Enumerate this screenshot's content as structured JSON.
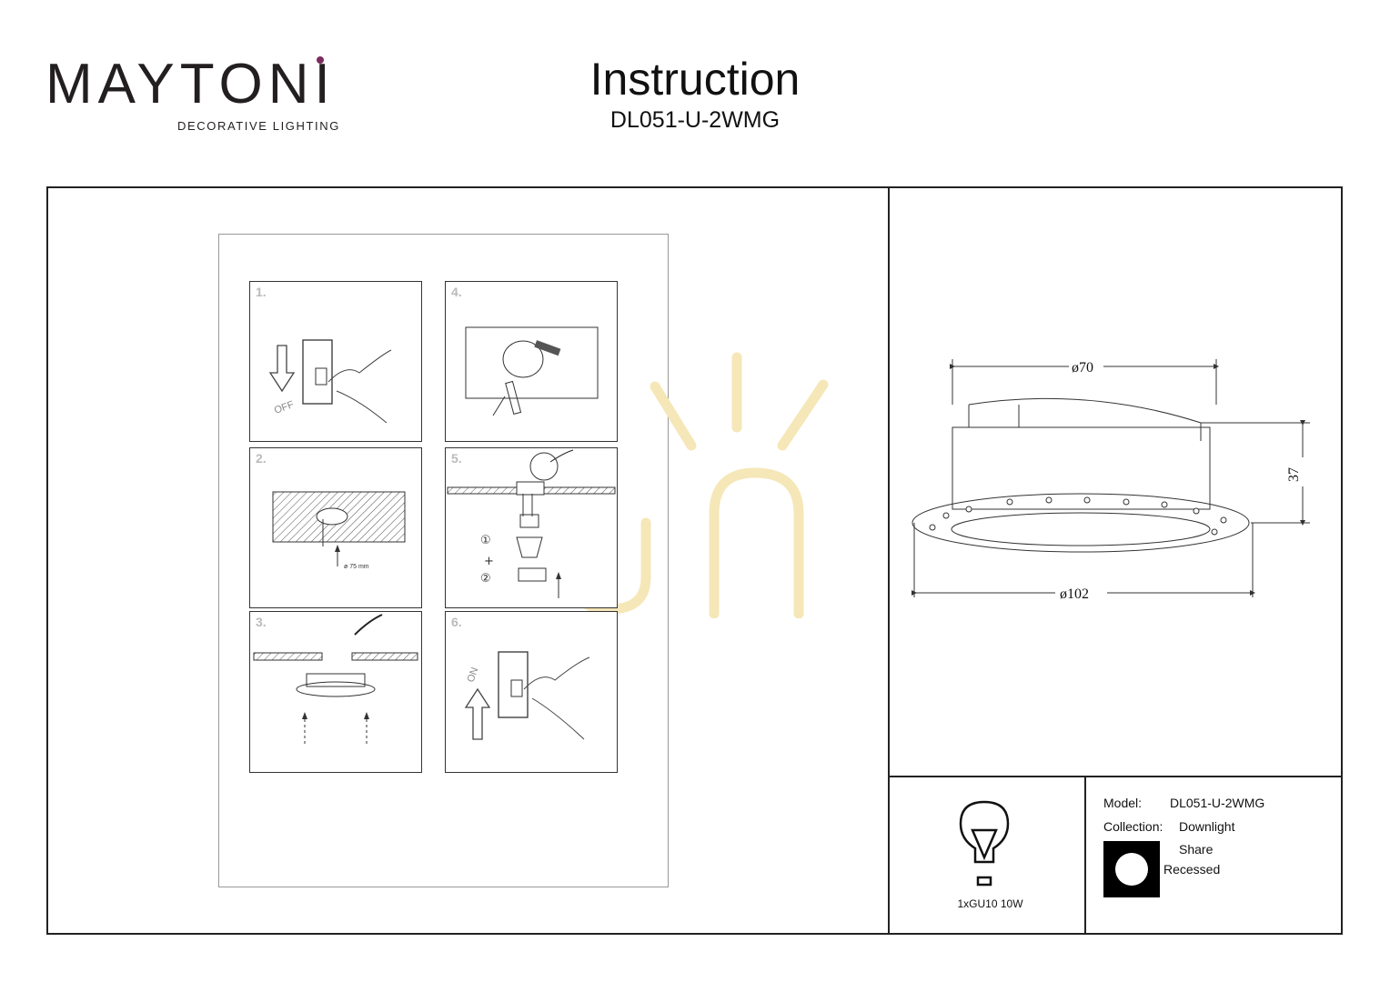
{
  "header": {
    "brand": "MAYTONI",
    "brand_tagline": "DECORATIVE LIGHTING",
    "title": "Instruction",
    "model_code": "DL051-U-2WMG"
  },
  "steps": [
    {
      "number": "1.",
      "switch_text": "OFF"
    },
    {
      "number": "2.",
      "hole_label": "ø 75 mm"
    },
    {
      "number": "3."
    },
    {
      "number": "4."
    },
    {
      "number": "5.",
      "part1": "①",
      "plus": "+",
      "part2": "②"
    },
    {
      "number": "6.",
      "switch_text": "ON"
    }
  ],
  "drawing": {
    "top_diameter": "ø70",
    "bottom_diameter": "ø102",
    "height": "37"
  },
  "specs": {
    "bulb": "1xGU10 10W",
    "model_label": "Model:",
    "model_value": "DL051-U-2WMG",
    "collection_label": "Collection:",
    "collection_value": "Downlight",
    "shape": "Share",
    "mount": "Recessed"
  },
  "colors": {
    "logo_accent": "#7b2c5c",
    "watermark": "#f6e7b8"
  },
  "icons": [
    "bulb-icon",
    "round-shape-icon",
    "light-watermark-icon"
  ]
}
